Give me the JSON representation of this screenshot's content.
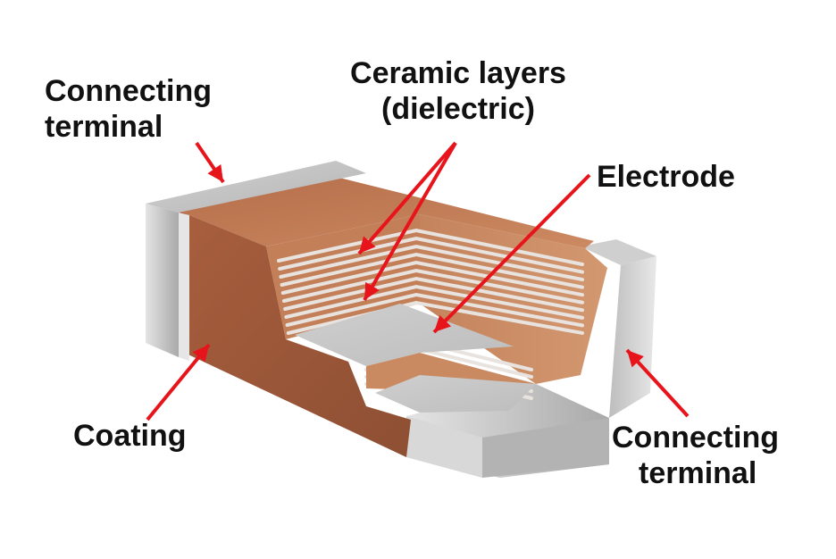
{
  "labels": {
    "terminal_left": {
      "line1": "Connecting",
      "line2": "terminal"
    },
    "ceramic": {
      "line1": "Ceramic layers",
      "line2": "(dielectric)"
    },
    "electrode": "Electrode",
    "coating": "Coating",
    "terminal_right": {
      "line1": "Connecting",
      "line2": "terminal"
    }
  },
  "colors": {
    "arrow": "#e8141b",
    "ceramic_dark": "#9a5a3e",
    "ceramic_top": "#c07a55",
    "ceramic_inner": "#c98a62",
    "terminal": "#c8c8c8",
    "terminal_light": "#dcdcdc",
    "electrode_line": "#e8e3df"
  }
}
